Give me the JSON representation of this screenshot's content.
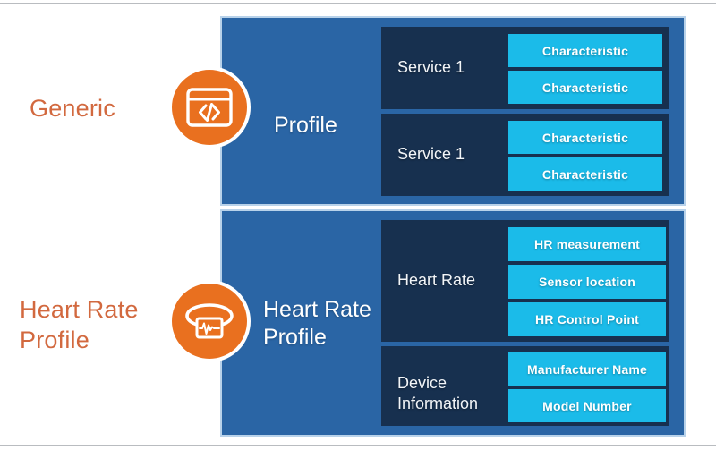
{
  "diagram": {
    "title_colors": {
      "caption_orange": "#d2693f",
      "badge_orange": "#e9701f",
      "panel_blue": "#2a65a5",
      "service_navy": "#17304f",
      "characteristic_cyan": "#1bbbe9",
      "panel_outline": "#b8d2ea",
      "text_white": "#ffffff"
    },
    "sections": [
      {
        "caption": "Generic",
        "icon": "code-window-icon",
        "panel_title": "Profile",
        "services": [
          {
            "label": "Service 1",
            "characteristics": [
              "Characteristic",
              "Characteristic"
            ]
          },
          {
            "label": "Service 1",
            "characteristics": [
              "Characteristic",
              "Characteristic"
            ]
          }
        ]
      },
      {
        "caption": "Heart Rate\nProfile",
        "icon": "heart-rate-strap-icon",
        "panel_title": "Heart Rate\nProfile",
        "services": [
          {
            "label": "Heart Rate",
            "characteristics": [
              "HR measurement",
              "Sensor location",
              "HR Control Point"
            ]
          },
          {
            "label": "Device\nInformation",
            "characteristics": [
              "Manufacturer Name",
              "Model Number"
            ]
          }
        ]
      }
    ]
  }
}
